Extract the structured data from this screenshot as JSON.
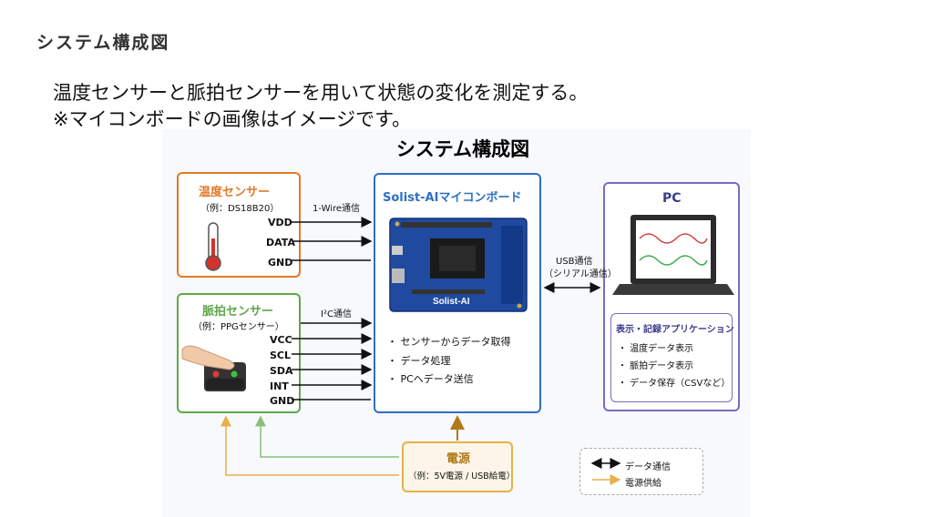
{
  "slide": {
    "title": "システム構成図",
    "desc_line1": "温度センサーと脈拍センサーを用いて状態の変化を測定する。",
    "desc_line2": "※マイコンボードの画像はイメージです。"
  },
  "figure": {
    "title": "システム構成図",
    "temp_sensor": {
      "title": "温度センサー",
      "model": "（例：DS18B20）",
      "pins": [
        "VDD",
        "DATA",
        "GND"
      ]
    },
    "pulse_sensor": {
      "title": "脈拍センサー",
      "model": "（例：PPGセンサー）",
      "pins": [
        "VCC",
        "SCL",
        "SDA",
        "INT",
        "GND"
      ]
    },
    "board": {
      "title": "Solist-AIマイコンボード",
      "chip_label": "Solist-AI",
      "functions": [
        "・ センサーからデータ取得",
        "・ データ処理",
        "・ PCへデータ送信"
      ]
    },
    "pc": {
      "title": "PC",
      "app_title": "表示・記録アプリケーション",
      "app_items": [
        "・ 温度データ表示",
        "・ 脈拍データ表示",
        "・ データ保存（CSVなど）"
      ]
    },
    "power": {
      "title": "電源",
      "detail": "（例：5V電源 / USB給電）"
    },
    "links": {
      "onewire": "1-Wire通信",
      "i2c": "I²C通信",
      "usb_line1": "USB通信",
      "usb_line2": "（シリアル通信）"
    },
    "legend": {
      "data": "データ通信",
      "power": "電源供給"
    },
    "colors": {
      "temp": "#e07b2a",
      "pulse": "#5ea84a",
      "board": "#2f6fc4",
      "pc": "#7b6bbf",
      "power": "#e8b04a"
    }
  }
}
